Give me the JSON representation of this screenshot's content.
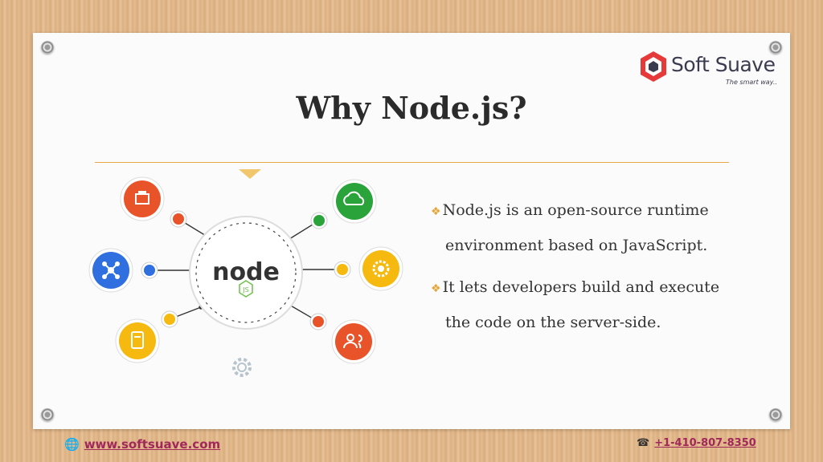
{
  "brand": {
    "name": "Soft Suave",
    "tagline": "The smart way.."
  },
  "slide": {
    "title": "Why Node.js?",
    "center_logo": "node",
    "center_badge": "JS",
    "bullets": [
      {
        "line1": "Node.js is an open-source runtime",
        "line2": "environment based on JavaScript."
      },
      {
        "line1": "It lets developers build and execute",
        "line2": "the code on the server-side."
      }
    ]
  },
  "diagram_icons": [
    "store-icon",
    "cloud-sync-icon",
    "network-icon",
    "api-gear-icon",
    "document-icon",
    "users-icon",
    "settings-gear-icon"
  ],
  "footer": {
    "website": "www.softsuave.com",
    "phone": "+1-410-807-8350"
  },
  "colors": {
    "accent": "#e9a848",
    "red": "#e8532a",
    "green": "#2aa33a",
    "blue": "#2f6fe0",
    "yellow": "#f6b90f",
    "link": "#a0285a"
  }
}
